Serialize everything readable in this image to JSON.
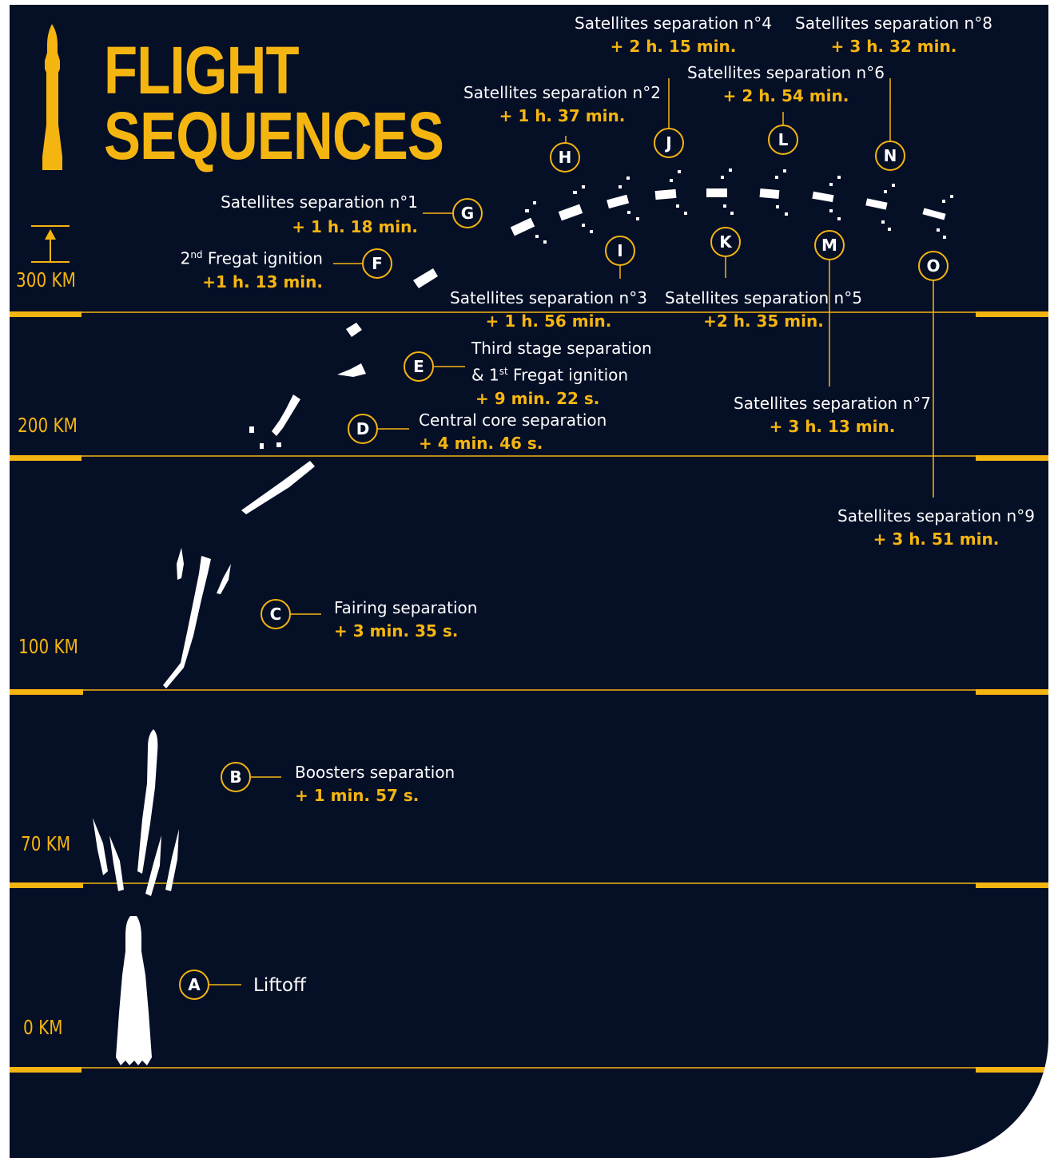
{
  "title": {
    "line1": "FLIGHT",
    "line2": "SEQUENCES"
  },
  "colors": {
    "background": "#050f26",
    "accent": "#f5b511",
    "text": "#ffffff"
  },
  "altitudes": [
    "300 KM",
    "200 KM",
    "100 KM",
    "70 KM",
    "0 KM"
  ],
  "events": {
    "A": {
      "badge": "A",
      "label": "Liftoff"
    },
    "B": {
      "badge": "B",
      "label": "Boosters separation",
      "time": "+ 1 min. 57 s."
    },
    "C": {
      "badge": "C",
      "label": "Fairing separation",
      "time": "+ 3 min. 35 s."
    },
    "D": {
      "badge": "D",
      "label": "Central core separation",
      "time": "+ 4 min. 46 s."
    },
    "E": {
      "badge": "E",
      "label": "Third stage separation",
      "label2_pre": "& 1",
      "label2_sup": "st",
      "label2_post": " Fregat ignition",
      "time": "+ 9 min. 22 s."
    },
    "F": {
      "badge": "F",
      "label_pre": "2",
      "label_sup": "nd",
      "label_post": " Fregat ignition",
      "time": "+1 h. 13 min."
    },
    "G": {
      "badge": "G",
      "label": "Satellites separation n°1",
      "time": "+ 1 h. 18 min."
    },
    "H": {
      "badge": "H",
      "label": "Satellites separation n°2",
      "time": "+ 1 h. 37 min."
    },
    "I": {
      "badge": "I",
      "label": "Satellites separation n°3",
      "time": "+ 1 h. 56 min."
    },
    "J": {
      "badge": "J",
      "label": "Satellites separation n°4",
      "time": "+ 2 h. 15 min."
    },
    "K": {
      "badge": "K",
      "label": "Satellites separation n°5",
      "time": "+2 h. 35 min."
    },
    "L": {
      "badge": "L",
      "label": "Satellites separation n°6",
      "time": "+ 2 h. 54 min."
    },
    "M": {
      "badge": "M",
      "label": "Satellites separation n°7",
      "time": "+ 3 h. 13 min."
    },
    "N": {
      "badge": "N",
      "label": "Satellites separation n°8",
      "time": "+ 3 h. 32 min."
    },
    "O": {
      "badge": "O",
      "label": "Satellites separation n°9",
      "time": "+ 3 h. 51 min."
    }
  }
}
